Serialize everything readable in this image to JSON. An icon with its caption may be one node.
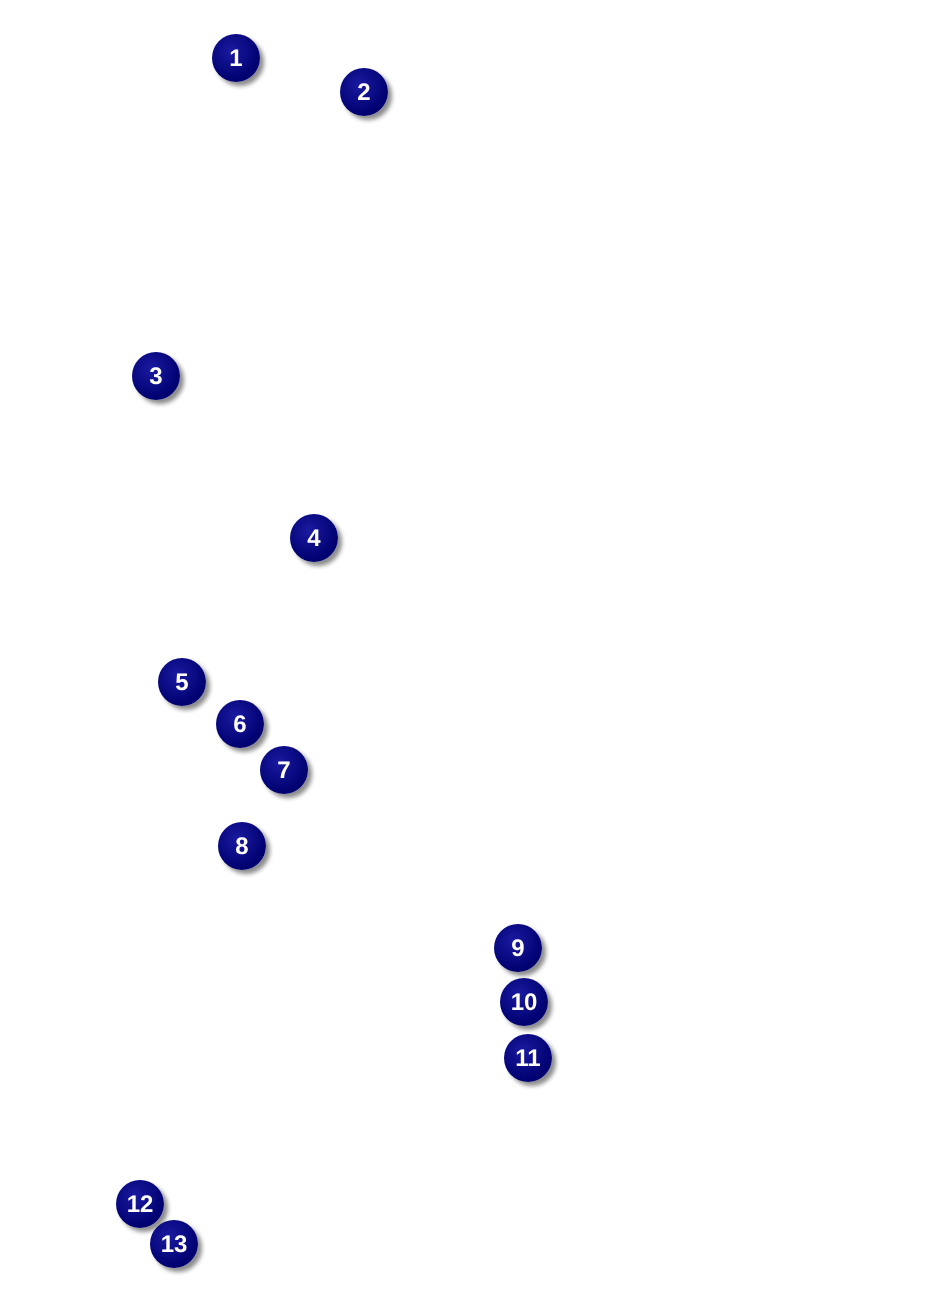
{
  "diagram": {
    "labels": [
      "1",
      "2",
      "3",
      "4",
      "5",
      "6",
      "7",
      "8",
      "9",
      "10",
      "11",
      "12",
      "13"
    ]
  }
}
